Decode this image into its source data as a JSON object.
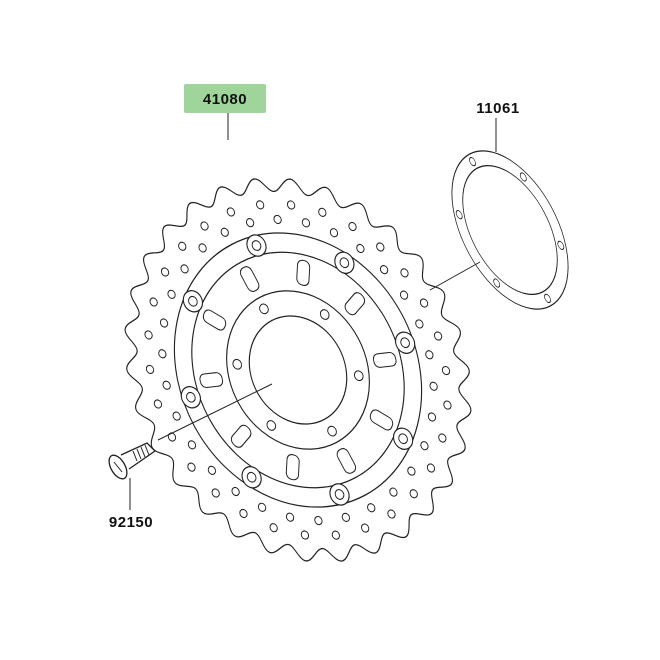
{
  "parts": {
    "disc": {
      "number": "41080",
      "highlighted": true,
      "highlight_color": "#9fd49a"
    },
    "gasket": {
      "number": "11061"
    },
    "bolt": {
      "number": "92150"
    }
  },
  "colors": {
    "line": "#222222",
    "background": "#ffffff"
  }
}
